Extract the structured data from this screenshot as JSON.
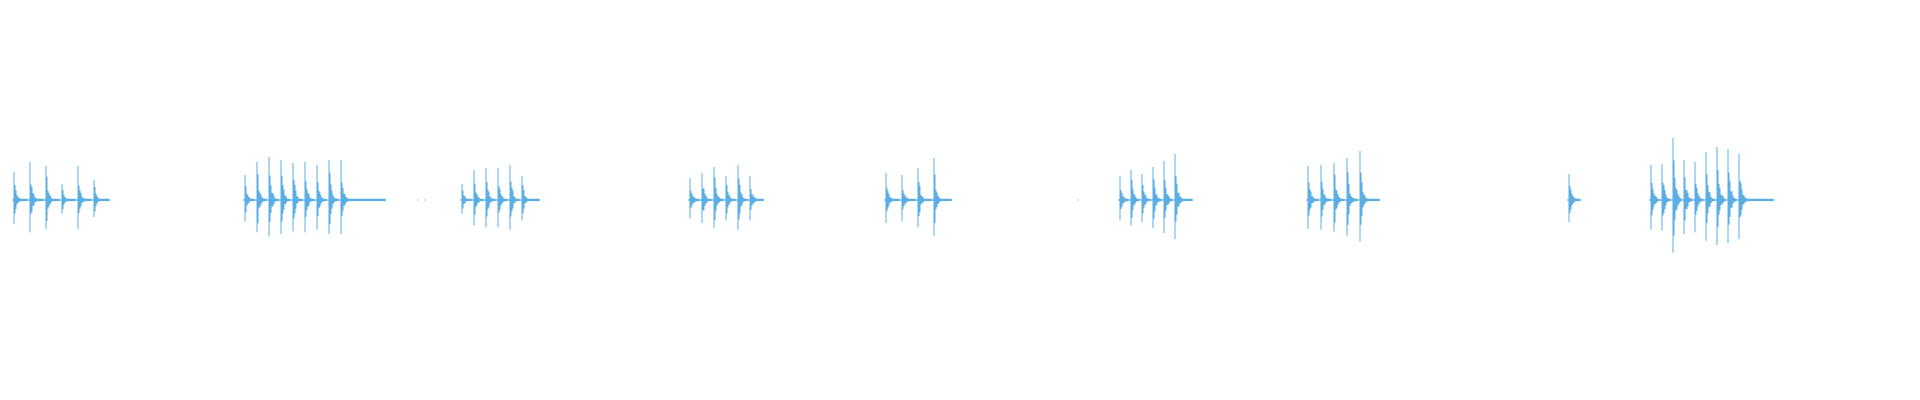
{
  "waveform": {
    "color": "#5aaee3",
    "background": "#ffffff",
    "bursts": [
      {
        "transients": [
          0.28,
          0.38,
          0.34,
          0.16,
          0.34,
          0.2
        ]
      },
      {
        "transients": [
          0.25,
          0.38,
          0.43,
          0.4,
          0.37,
          0.38,
          0.35,
          0.4,
          0.4
        ]
      },
      {
        "transients": [
          0.16,
          0.3,
          0.32,
          0.32,
          0.35,
          0.24
        ]
      },
      {
        "transients": [
          0.22,
          0.27,
          0.33,
          0.24,
          0.35,
          0.24
        ]
      },
      {
        "transients": [
          0.27,
          0.25,
          0.32,
          0.42
        ]
      },
      {
        "transients": [
          0.24,
          0.3,
          0.26,
          0.33,
          0.39,
          0.46
        ]
      },
      {
        "transients": [
          0.34,
          0.35,
          0.37,
          0.42,
          0.49
        ]
      },
      {
        "transients": [
          0.26
        ]
      },
      {
        "transients": [
          0.35,
          0.36,
          0.62,
          0.4,
          0.38,
          0.48,
          0.53,
          0.51,
          0.46
        ]
      }
    ]
  }
}
